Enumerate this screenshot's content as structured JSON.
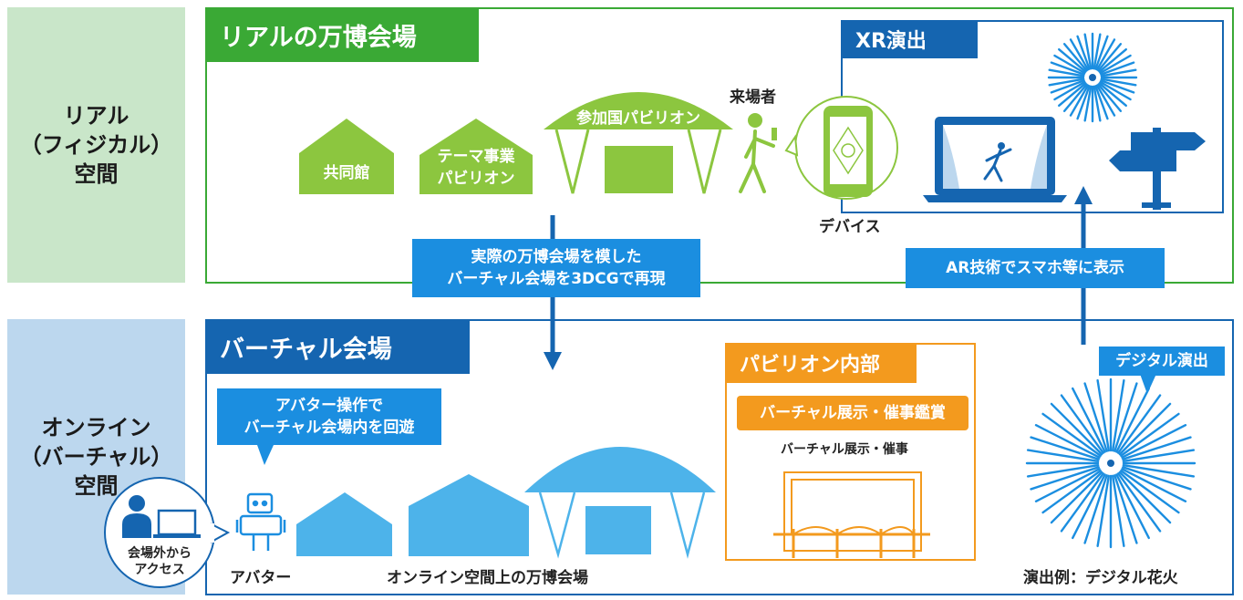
{
  "real_space": {
    "side_label": [
      "リアル",
      "（フィジカル）",
      "空間"
    ],
    "section_title": "リアルの万博会場",
    "buildings": {
      "kyodo": "共同館",
      "theme": [
        "テーマ事業",
        "パビリオン"
      ],
      "country": "参加国パビリオン"
    },
    "visitor": "来場者",
    "device": "デバイス",
    "xr_title": "XR演出"
  },
  "arrows": {
    "down_label": [
      "実際の万博会場を模した",
      "バーチャル会場を3DCGで再現"
    ],
    "up_label": "AR技術でスマホ等に表示"
  },
  "virtual_space": {
    "side_label": [
      "オンライン",
      "（バーチャル）",
      "空間"
    ],
    "section_title": "バーチャル会場",
    "avatar_bubble": [
      "アバター操作で",
      "バーチャル会場内を回遊"
    ],
    "access_bubble": [
      "会場外から",
      "アクセス"
    ],
    "avatar": "アバター",
    "venue": "オンライン空間上の万博会場",
    "pavilion_interior": {
      "title": "パビリオン内部",
      "subtitle": "バーチャル展示・催事鑑賞",
      "caption": "バーチャル展示・催事"
    },
    "digital_bubble": "デジタル演出",
    "firework_caption": "演出例：デジタル花火"
  },
  "colors": {
    "green": "#3aa935",
    "light_green": "#8cc63f",
    "dark_blue": "#1565b0",
    "blue": "#1b8ee0",
    "light_blue": "#4db3ea",
    "orange": "#f39a1e",
    "side_green": "#c9e6c9",
    "side_blue": "#bcd7ee"
  }
}
